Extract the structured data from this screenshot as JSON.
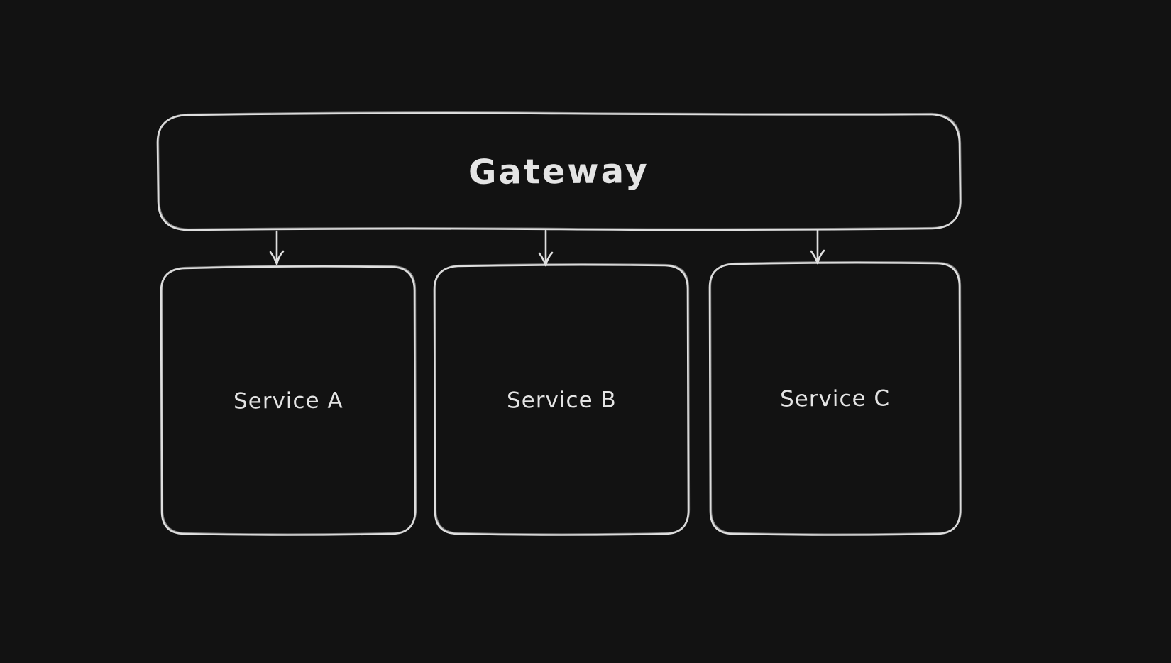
{
  "canvas": {
    "background_color": "#121212",
    "stroke_color": "#dfdfdf",
    "text_color": "#e4e4e4"
  },
  "diagram": {
    "nodes": [
      {
        "id": "gateway",
        "label": "Gateway"
      },
      {
        "id": "service-a",
        "label": "Service A"
      },
      {
        "id": "service-b",
        "label": "Service B"
      },
      {
        "id": "service-c",
        "label": "Service C"
      }
    ],
    "edges": [
      {
        "from": "gateway",
        "to": "service-a"
      },
      {
        "from": "gateway",
        "to": "service-b"
      },
      {
        "from": "gateway",
        "to": "service-c"
      }
    ]
  }
}
